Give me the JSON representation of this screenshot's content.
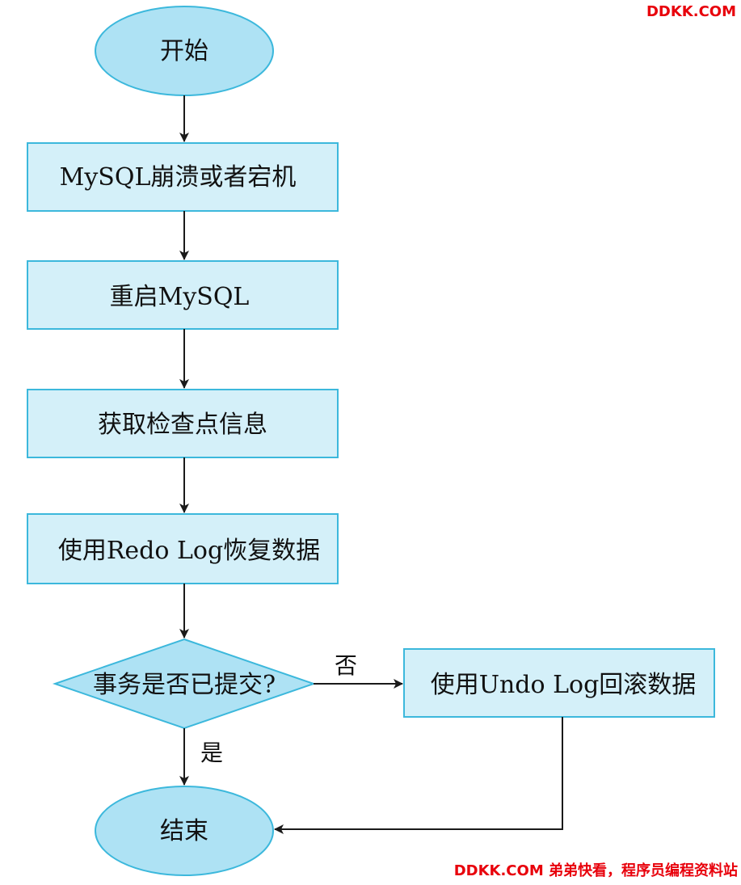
{
  "nodes": {
    "start": "开始",
    "crash": "MySQL崩溃或者宕机",
    "restart": "重启MySQL",
    "checkpoint": "获取检查点信息",
    "redo": "使用Redo Log恢复数据",
    "decision": "事务是否已提交?",
    "undo": "使用Undo Log回滚数据",
    "end": "结束"
  },
  "edges": {
    "no_label": "否",
    "yes_label": "是"
  },
  "watermark": {
    "top": "DDKK.COM",
    "bottom": "DDKK.COM 弟弟快看，程序员编程资料站"
  },
  "colors": {
    "fill_light": "#d4f0f9",
    "fill_medium": "#aee2f4",
    "stroke": "#3cb8dc",
    "arrow": "#1a1a1a",
    "watermark": "#e8000b"
  }
}
